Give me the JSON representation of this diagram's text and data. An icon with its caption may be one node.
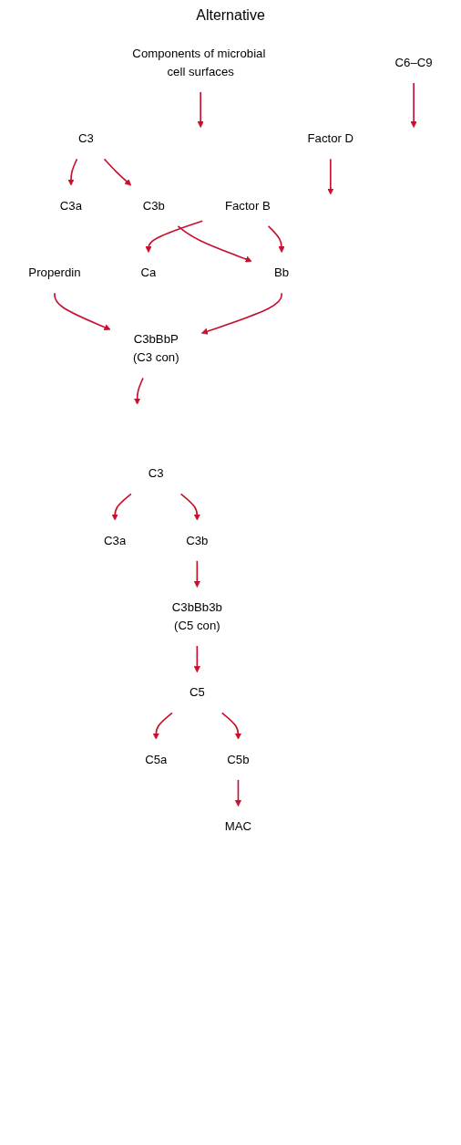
{
  "diagram": {
    "title": "Alternative",
    "nodes": [
      {
        "text": [
          "C3"
        ]
      },
      {
        "text": [
          "Components of microbial cell surfaces"
        ]
      },
      {
        "text": [
          "C3a"
        ]
      },
      {
        "text": [
          "C3b"
        ]
      },
      {
        "text": [
          "Factor D"
        ]
      },
      {
        "text": [
          "Bb"
        ]
      },
      {
        "text": [
          "Factor B"
        ]
      },
      {
        "text": [
          "Ca"
        ]
      },
      {
        "text": [
          "Properdin"
        ]
      },
      {
        "text": [
          "C3bBbP",
          "(C3 con)"
        ]
      },
      {
        "text": [
          "C3a"
        ]
      },
      {
        "text": [
          "C3b"
        ]
      },
      {
        "text": [
          "C3"
        ]
      },
      {
        "text": [
          "C3bBb3b",
          "(C5 con)"
        ]
      },
      {
        "text": [
          "C5"
        ]
      },
      {
        "text": [
          "C5a"
        ]
      },
      {
        "text": [
          "C5b"
        ]
      },
      {
        "text": [
          "C6–C9"
        ]
      },
      {
        "text": [
          "MAC"
        ]
      }
    ],
    "edges": [
      {
        "from": 0,
        "to": 3,
        "arrow": "to"
      },
      {
        "from": 1,
        "to": null,
        "arrow": "to"
      },
      {
        "from": 0,
        "to": 2,
        "arrow": "to"
      },
      {
        "from": 3,
        "to": 5,
        "arrow": "to"
      },
      {
        "from": 4,
        "to": null,
        "arrow": "to"
      },
      {
        "from": 6,
        "to": 5,
        "arrow": "to"
      },
      {
        "from": 6,
        "to": 7,
        "arrow": "to"
      },
      {
        "from": 8,
        "to": 9,
        "arrow": "to"
      },
      {
        "from": 5,
        "to": 9,
        "arrow": "to"
      },
      {
        "from": 9,
        "to": null,
        "arrow": "to"
      },
      {
        "from": 12,
        "to": 11,
        "arrow": "to"
      },
      {
        "from": 12,
        "to": 10,
        "arrow": "to"
      },
      {
        "from": 11,
        "to": 13,
        "arrow": "to"
      },
      {
        "from": 13,
        "to": 14,
        "arrow": "to"
      },
      {
        "from": 14,
        "to": 15,
        "arrow": "to"
      },
      {
        "from": 14,
        "to": 16,
        "arrow": "to"
      },
      {
        "from": 17,
        "to": null,
        "arrow": "to"
      },
      {
        "from": 16,
        "to": 18,
        "arrow": "to"
      }
    ]
  }
}
